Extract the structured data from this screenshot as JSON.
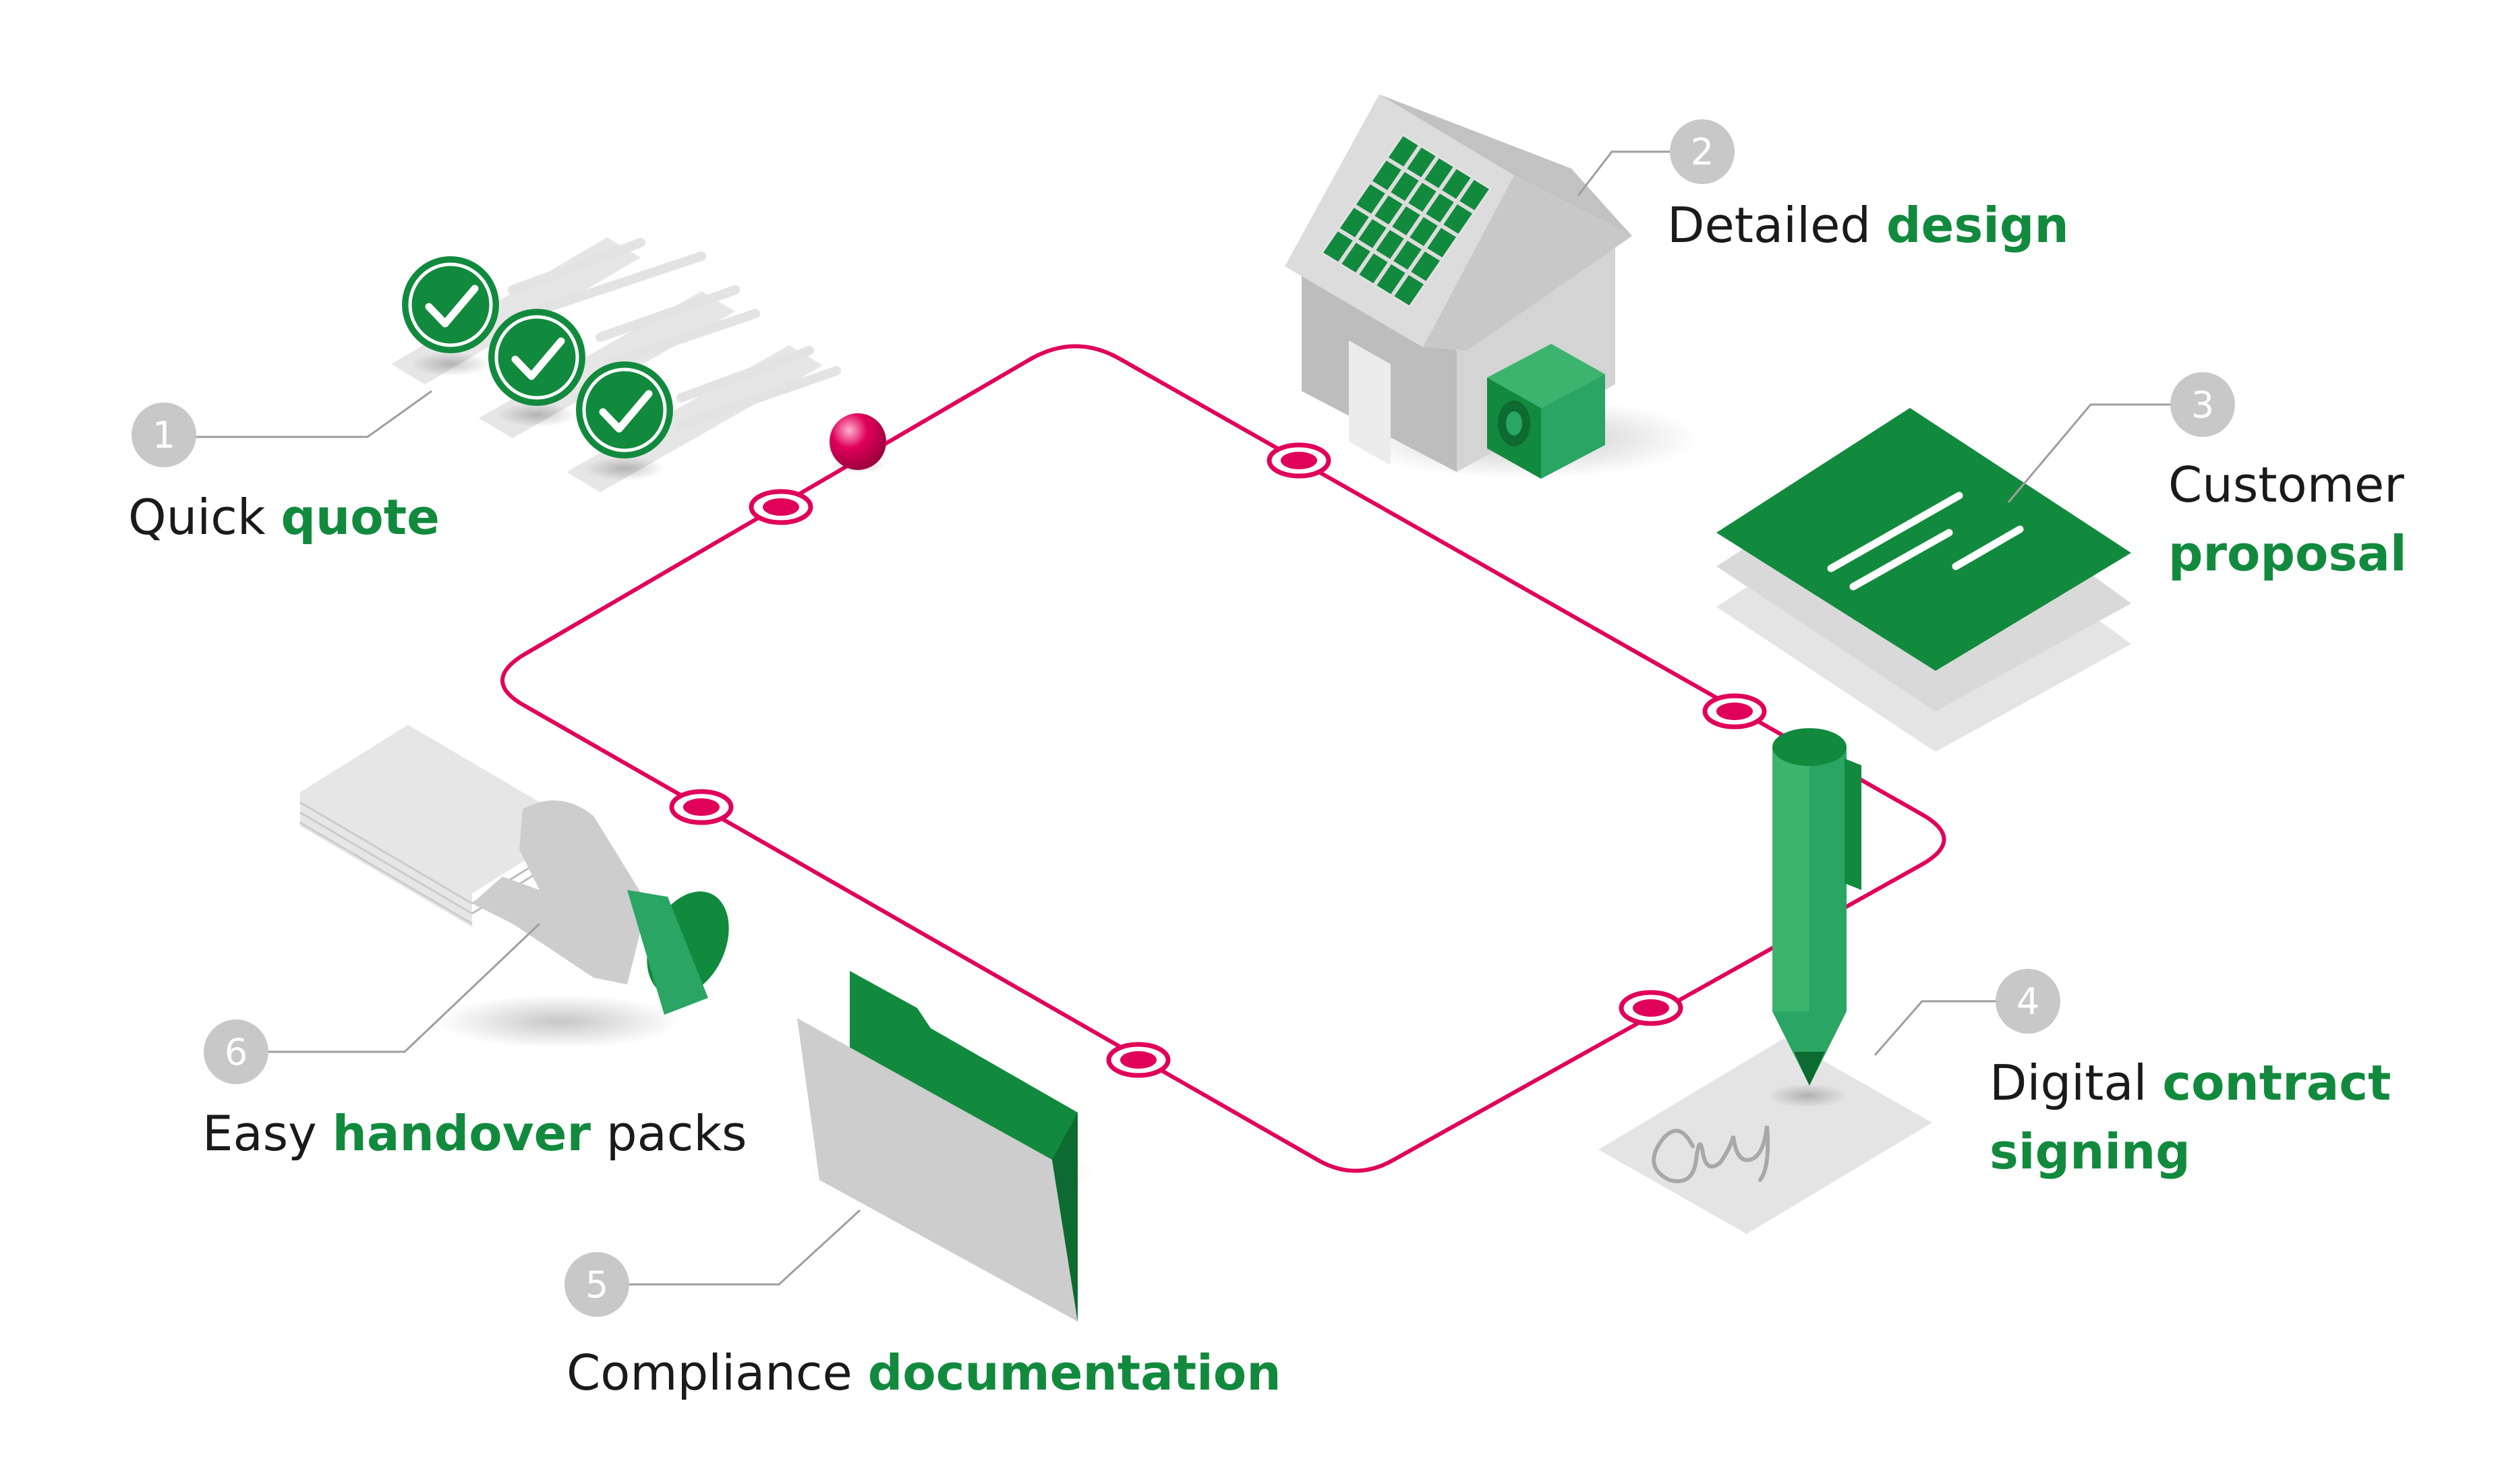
{
  "steps": [
    {
      "number": "1",
      "text_plain": "Quick",
      "text_highlight": "quote",
      "text_after": ""
    },
    {
      "number": "2",
      "text_plain": "Detailed",
      "text_highlight": "design",
      "text_after": ""
    },
    {
      "number": "3",
      "text_plain": "Customer",
      "text_highlight": "proposal",
      "text_after": ""
    },
    {
      "number": "4",
      "text_plain": "Digital",
      "text_highlight": "contract",
      "text_highlight_2": "signing",
      "text_after": ""
    },
    {
      "number": "5",
      "text_plain": "Compliance",
      "text_highlight": "documentation",
      "text_after": ""
    },
    {
      "number": "6",
      "text_plain": "Easy",
      "text_highlight": "handover",
      "text_after": "packs"
    }
  ],
  "colors": {
    "accent_green": "#128a3e",
    "light_green": "#2aa563",
    "path_pink": "#e0005a",
    "badge_grey": "#c8c8c8",
    "object_grey": "#cfcfcf"
  }
}
